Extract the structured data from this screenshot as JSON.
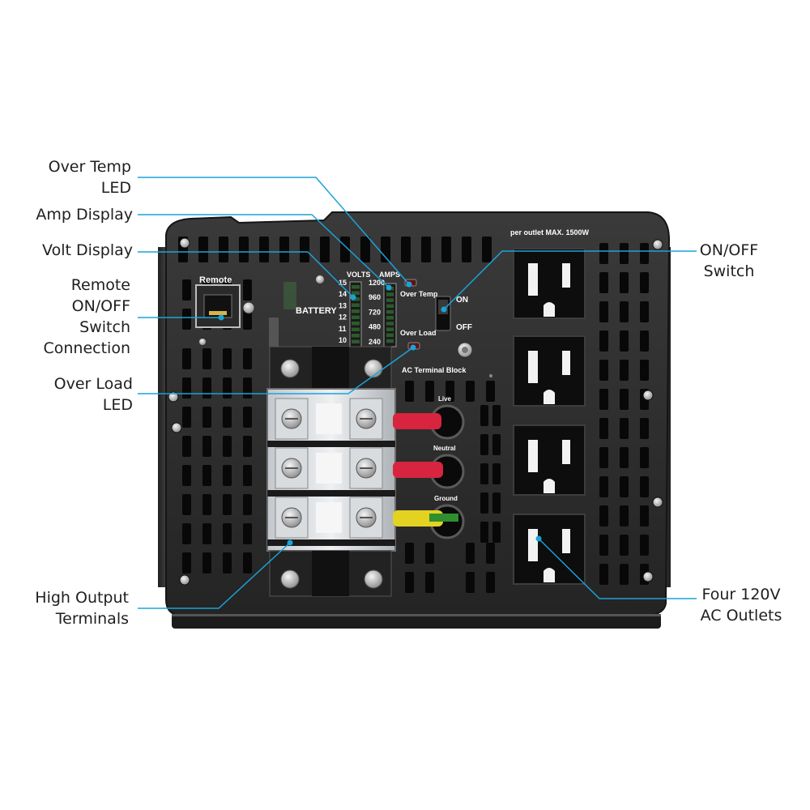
{
  "callouts": {
    "over_temp_led": "Over Temp\nLED",
    "amp_display": "Amp Display",
    "volt_display": "Volt Display",
    "remote_switch": "Remote\nON/OFF\nSwitch\nConnection",
    "over_load_led": "Over Load\nLED",
    "high_output_terminals": "High Output\nTerminals",
    "onoff_switch": "ON/OFF\nSwitch",
    "ac_outlets": "Four 120V\nAC Outlets"
  },
  "panel": {
    "remote": "Remote",
    "battery": "BATTERY",
    "volts": "VOLTS",
    "amps": "AMPS",
    "volt_ticks": [
      "15",
      "14",
      "13",
      "12",
      "11",
      "10"
    ],
    "amp_ticks": [
      "1200",
      "960",
      "720",
      "480",
      "240"
    ],
    "over_temp": "Over Temp",
    "over_load": "Over Load",
    "on": "ON",
    "off": "OFF",
    "ac_terminal_block": "AC Terminal Block",
    "live": "Live",
    "neutral": "Neutral",
    "ground": "Ground",
    "outlet_rating": "per outlet MAX. 1500W"
  },
  "colors": {
    "leader": "#1aa3d9",
    "housing": "#2a2a2a",
    "terminal_red": "#d8243f",
    "terminal_yellow": "#e4d222"
  }
}
